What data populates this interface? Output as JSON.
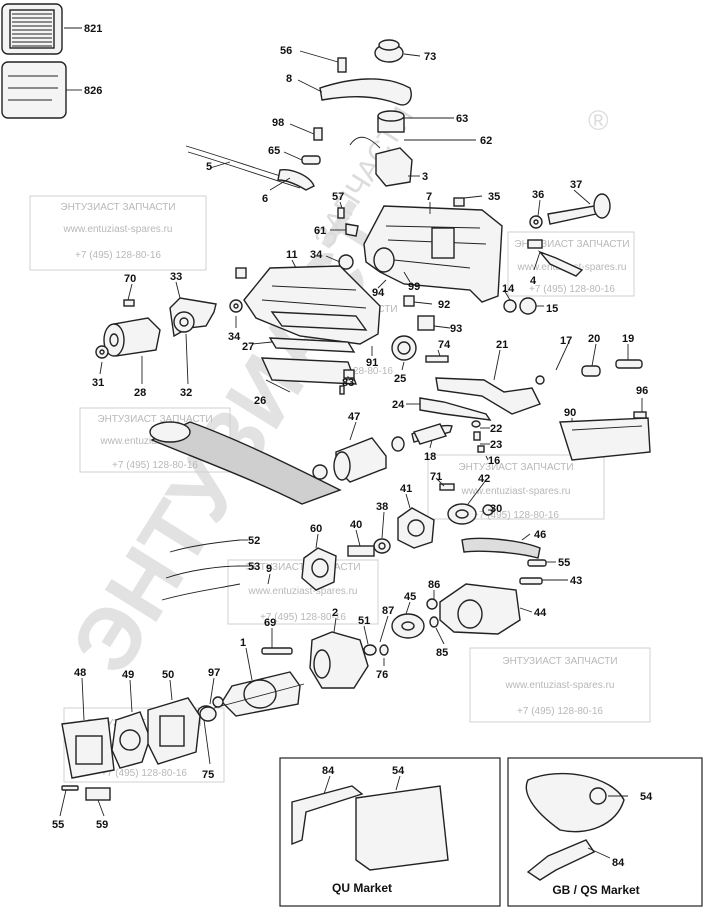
{
  "parts": [
    {
      "id": "p821",
      "label": "821"
    },
    {
      "id": "p826",
      "label": "826"
    },
    {
      "id": "p56",
      "label": "56"
    },
    {
      "id": "p73",
      "label": "73"
    },
    {
      "id": "p8",
      "label": "8"
    },
    {
      "id": "p98",
      "label": "98"
    },
    {
      "id": "p63",
      "label": "63"
    },
    {
      "id": "p62",
      "label": "62"
    },
    {
      "id": "p65",
      "label": "65"
    },
    {
      "id": "p3",
      "label": "3"
    },
    {
      "id": "p5",
      "label": "5"
    },
    {
      "id": "p6",
      "label": "6"
    },
    {
      "id": "p57",
      "label": "57"
    },
    {
      "id": "p7",
      "label": "7"
    },
    {
      "id": "p35",
      "label": "35"
    },
    {
      "id": "p36",
      "label": "36"
    },
    {
      "id": "p37",
      "label": "37"
    },
    {
      "id": "p61",
      "label": "61"
    },
    {
      "id": "p34a",
      "label": "34"
    },
    {
      "id": "p11",
      "label": "11"
    },
    {
      "id": "p4",
      "label": "4"
    },
    {
      "id": "p70",
      "label": "70"
    },
    {
      "id": "p33",
      "label": "33"
    },
    {
      "id": "p99",
      "label": "99"
    },
    {
      "id": "p94",
      "label": "94"
    },
    {
      "id": "p14",
      "label": "14"
    },
    {
      "id": "p15",
      "label": "15"
    },
    {
      "id": "p92",
      "label": "92"
    },
    {
      "id": "p34b",
      "label": "34"
    },
    {
      "id": "p93",
      "label": "93"
    },
    {
      "id": "p27",
      "label": "27"
    },
    {
      "id": "p91",
      "label": "91"
    },
    {
      "id": "p74",
      "label": "74"
    },
    {
      "id": "p21",
      "label": "21"
    },
    {
      "id": "p17",
      "label": "17"
    },
    {
      "id": "p20",
      "label": "20"
    },
    {
      "id": "p19",
      "label": "19"
    },
    {
      "id": "p31",
      "label": "31"
    },
    {
      "id": "p28",
      "label": "28"
    },
    {
      "id": "p32",
      "label": "32"
    },
    {
      "id": "p26",
      "label": "26"
    },
    {
      "id": "p83",
      "label": "83"
    },
    {
      "id": "p25",
      "label": "25"
    },
    {
      "id": "p96",
      "label": "96"
    },
    {
      "id": "p24",
      "label": "24"
    },
    {
      "id": "p47",
      "label": "47"
    },
    {
      "id": "p22",
      "label": "22"
    },
    {
      "id": "p90",
      "label": "90"
    },
    {
      "id": "p23",
      "label": "23"
    },
    {
      "id": "p18",
      "label": "18"
    },
    {
      "id": "p16",
      "label": "16"
    },
    {
      "id": "p71",
      "label": "71"
    },
    {
      "id": "p42",
      "label": "42"
    },
    {
      "id": "p41",
      "label": "41"
    },
    {
      "id": "p30",
      "label": "30"
    },
    {
      "id": "p38",
      "label": "38"
    },
    {
      "id": "p60",
      "label": "60"
    },
    {
      "id": "p40",
      "label": "40"
    },
    {
      "id": "p46",
      "label": "46"
    },
    {
      "id": "p52",
      "label": "52"
    },
    {
      "id": "p53",
      "label": "53"
    },
    {
      "id": "p9",
      "label": "9"
    },
    {
      "id": "p55a",
      "label": "55"
    },
    {
      "id": "p43",
      "label": "43"
    },
    {
      "id": "p86",
      "label": "86"
    },
    {
      "id": "p45",
      "label": "45"
    },
    {
      "id": "p44",
      "label": "44"
    },
    {
      "id": "p87",
      "label": "87"
    },
    {
      "id": "p69",
      "label": "69"
    },
    {
      "id": "p2",
      "label": "2"
    },
    {
      "id": "p51",
      "label": "51"
    },
    {
      "id": "p85",
      "label": "85"
    },
    {
      "id": "p1",
      "label": "1"
    },
    {
      "id": "p76",
      "label": "76"
    },
    {
      "id": "p48",
      "label": "48"
    },
    {
      "id": "p49",
      "label": "49"
    },
    {
      "id": "p50",
      "label": "50"
    },
    {
      "id": "p97",
      "label": "97"
    },
    {
      "id": "p75",
      "label": "75"
    },
    {
      "id": "p55b",
      "label": "55"
    },
    {
      "id": "p59",
      "label": "59"
    },
    {
      "id": "p84a",
      "label": "84"
    },
    {
      "id": "p54a",
      "label": "54"
    },
    {
      "id": "p54b",
      "label": "54"
    },
    {
      "id": "p84b",
      "label": "84"
    }
  ],
  "insets": {
    "left_caption": "QU Market",
    "right_caption": "GB / QS Market"
  },
  "watermark": {
    "name": "ЭНТУЗИАСТ ЗАПЧАСТИ",
    "site": "www.entuziast-spares.ru",
    "phone": "+7 (495) 128-80-16",
    "big": "ЭНТУЗИАСТ",
    "small": "ЗАПЧАСТИ",
    "mark": "®"
  },
  "colors": {
    "line": "#222222",
    "watermark": "#b8b8b8",
    "background": "#ffffff"
  }
}
